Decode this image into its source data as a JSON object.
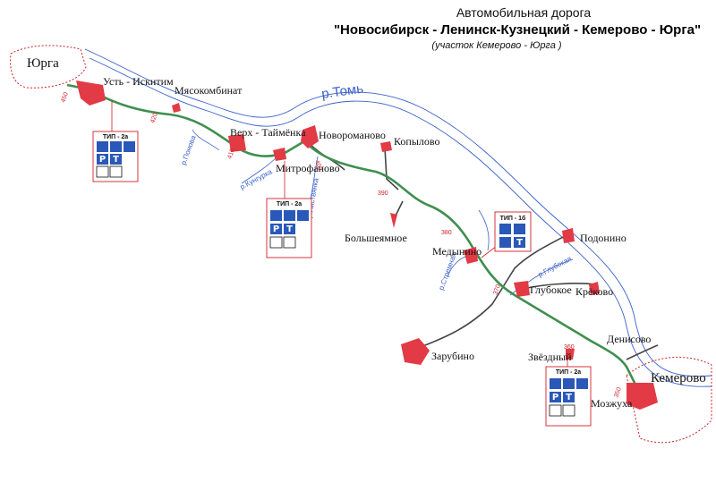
{
  "title": {
    "line1": "Автомобильная дорога",
    "line2": "\"Новосибирск - Ленинск-Кузнецкий - Кемерово - Юрга\"",
    "line3": "(участок Кемерово - Юрга )"
  },
  "rivers": {
    "tom": "р.Томь",
    "ponova": "р.Понова",
    "kungurka": "р.Кунгурка",
    "listvyanka": "р.Листвянка",
    "stremnaya": "р.Стремная",
    "glubokaya": "р.Глубокая"
  },
  "settlements": {
    "yurga": "Юрга",
    "ust_iskitim": "Усть - Искитим",
    "myasokombinat": "Мясокомбинат",
    "verkh_taimenka": "Верх - Таймёнка",
    "novoromanovo": "Новороманово",
    "mitrofanovo": "Митрофаново",
    "kopylovo": "Копылово",
    "bolsheyamnoe": "Большеямное",
    "medynino": "Медынино",
    "podonino": "Подонино",
    "glubokoe": "Глубокое",
    "krekovo": "Крёково",
    "zarubino": "Зарубино",
    "zvezdny": "Звёздный",
    "denisovo": "Денисово",
    "kemerovo": "Кемерово",
    "mozzhukha": "Мозжуха"
  },
  "km_markers": [
    "450",
    "420",
    "410",
    "400",
    "390",
    "380",
    "370",
    "360",
    "350"
  ],
  "service_boxes": [
    {
      "label": "ТИП - 2а"
    },
    {
      "label": "ТИП - 2а"
    },
    {
      "label": "ТИП - 1б"
    },
    {
      "label": "ТИП - 2а"
    }
  ],
  "icons": {
    "parking": "P",
    "shop": "T"
  },
  "colors": {
    "highway": "#3f8f4f",
    "road": "#444444",
    "river": "#3b62c9",
    "settlement": "#e23b45",
    "border": "#d0202a",
    "icon_bg": "#2a58b8"
  }
}
